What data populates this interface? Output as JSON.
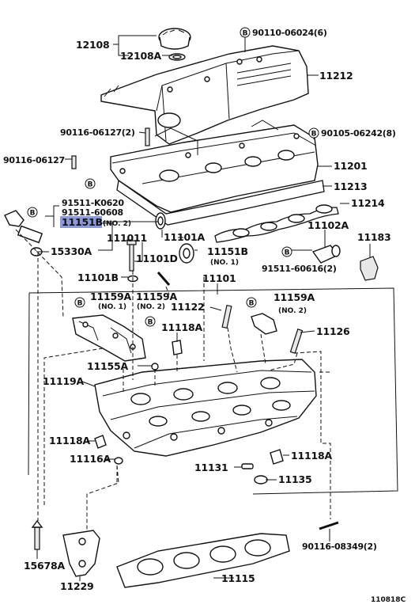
{
  "labels": {
    "p12108": "12108",
    "p12108A": "12108A",
    "p90110": "90110-06024(6)",
    "p11212": "11212",
    "p90116a": "90116-06127(2)",
    "p90105": "90105-06242(8)",
    "p90116b": "90116-06127",
    "p11201": "11201",
    "p91511k": "91511-K0620",
    "p91511s": "91511-60608",
    "p11213": "11213",
    "p11151B_sel": "11151B",
    "p11151B_sel_note": "(NO. 2)",
    "p11214": "11214",
    "p11102A": "11102A",
    "p11101_1": "111011",
    "p11101A": "11101A",
    "p11183": "11183",
    "p15330A": "15330A",
    "p11151B": "11151B",
    "p11151B_note": "(NO. 1)",
    "p11101D": "11101D",
    "p91511_606": "91511-60616(2)",
    "p11101B": "11101B",
    "p11101": "11101",
    "p11159A_1": "11159A",
    "p11159A_1_note": "(NO. 1)",
    "p11159A_2": "11159A",
    "p11159A_2_note": "(NO. 2)",
    "p11122": "11122",
    "p11159A_3": "11159A",
    "p11159A_3_note": "(NO. 2)",
    "p11118A_1": "11118A",
    "p11126": "11126",
    "p11155A": "11155A",
    "p11119A": "11119A",
    "p11118A_2": "11118A",
    "p11116A": "11116A",
    "p11118A_3": "11118A",
    "p11131": "11131",
    "p11135": "11135",
    "p15678A": "15678A",
    "p90116c": "90116-08349(2)",
    "p11229": "11229",
    "p11115": "11115",
    "fig": "110818C"
  },
  "marker_letter": "B",
  "colors": {
    "highlight": "#8c99d8",
    "ink": "#111111"
  }
}
